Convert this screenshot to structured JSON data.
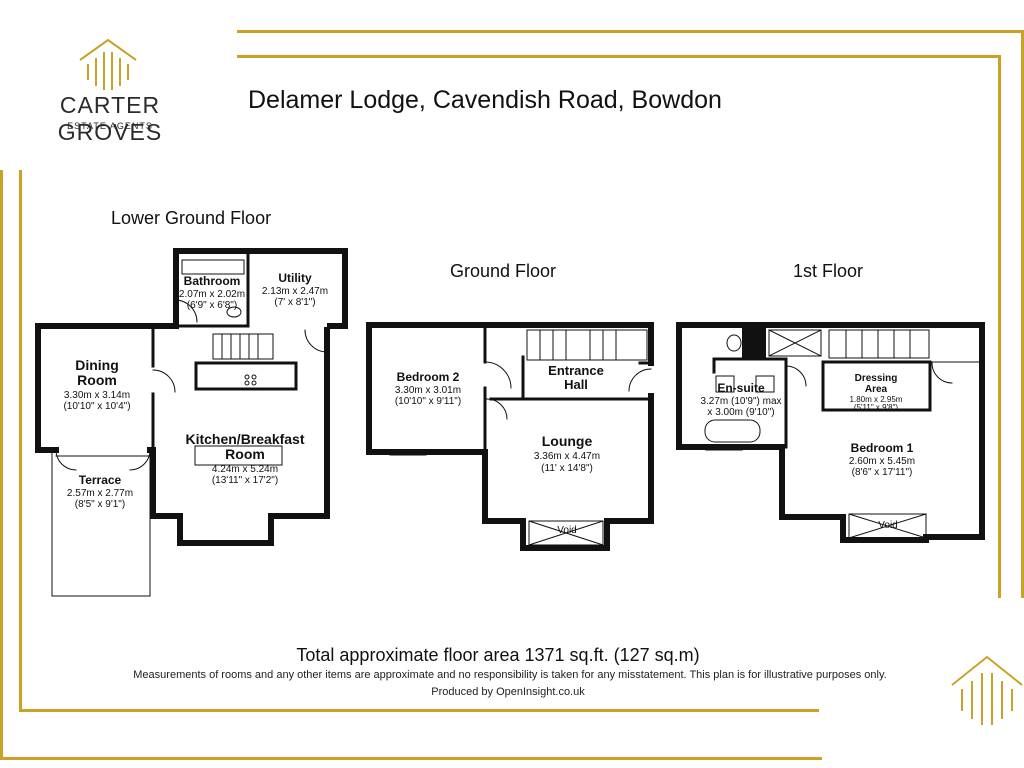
{
  "brand": {
    "name": "CARTER GROVES",
    "tagline": "ESTATE AGENTS",
    "gold": "#c9a227"
  },
  "title": "Delamer Lodge, Cavendish Road, Bowdon",
  "floors": {
    "lower_ground": {
      "label": "Lower Ground Floor",
      "rooms": {
        "bathroom": {
          "name": "Bathroom",
          "metric": "2.07m x 2.02m",
          "imperial": "(6'9\" x 6'8\")"
        },
        "utility": {
          "name": "Utility",
          "metric": "2.13m x 2.47m",
          "imperial": "(7' x 8'1\")"
        },
        "dining": {
          "name_1": "Dining",
          "name_2": "Room",
          "metric": "3.30m x 3.14m",
          "imperial": "(10'10\" x 10'4\")"
        },
        "kitchen": {
          "name_1": "Kitchen/Breakfast",
          "name_2": "Room",
          "metric": "4.24m x 5.24m",
          "imperial": "(13'11\" x 17'2\")"
        },
        "terrace": {
          "name": "Terrace",
          "metric": "2.57m x 2.77m",
          "imperial": "(8'5\" x 9'1\")"
        }
      }
    },
    "ground": {
      "label": "Ground Floor",
      "rooms": {
        "bedroom2": {
          "name": "Bedroom 2",
          "metric": "3.30m x 3.01m",
          "imperial": "(10'10\" x 9'11\")"
        },
        "entrance": {
          "name_1": "Entrance",
          "name_2": "Hall"
        },
        "lounge": {
          "name": "Lounge",
          "metric": "3.36m x 4.47m",
          "imperial": "(11' x 14'8\")"
        },
        "void": {
          "name": "Void"
        }
      }
    },
    "first": {
      "label": "1st Floor",
      "rooms": {
        "ensuite": {
          "name": "En-suite",
          "metric": "3.27m (10'9\") max",
          "imperial": "x 3.00m (9'10\")"
        },
        "dressing": {
          "name_1": "Dressing",
          "name_2": "Area",
          "metric": "1.80m x 2.95m",
          "imperial": "(5'11\" x 9'8\")"
        },
        "bedroom1": {
          "name": "Bedroom 1",
          "metric": "2.60m x 5.45m",
          "imperial": "(8'6\" x 17'11\")"
        },
        "void": {
          "name": "Void"
        }
      }
    }
  },
  "footer": {
    "total": "Total approximate floor area 1371 sq.ft. (127 sq.m)",
    "disclaimer": "Measurements of rooms and any other items are approximate and no responsibility is taken for any misstatement. This plan is for illustrative purposes only.",
    "produced": "Produced by OpenInsight.co.uk"
  }
}
